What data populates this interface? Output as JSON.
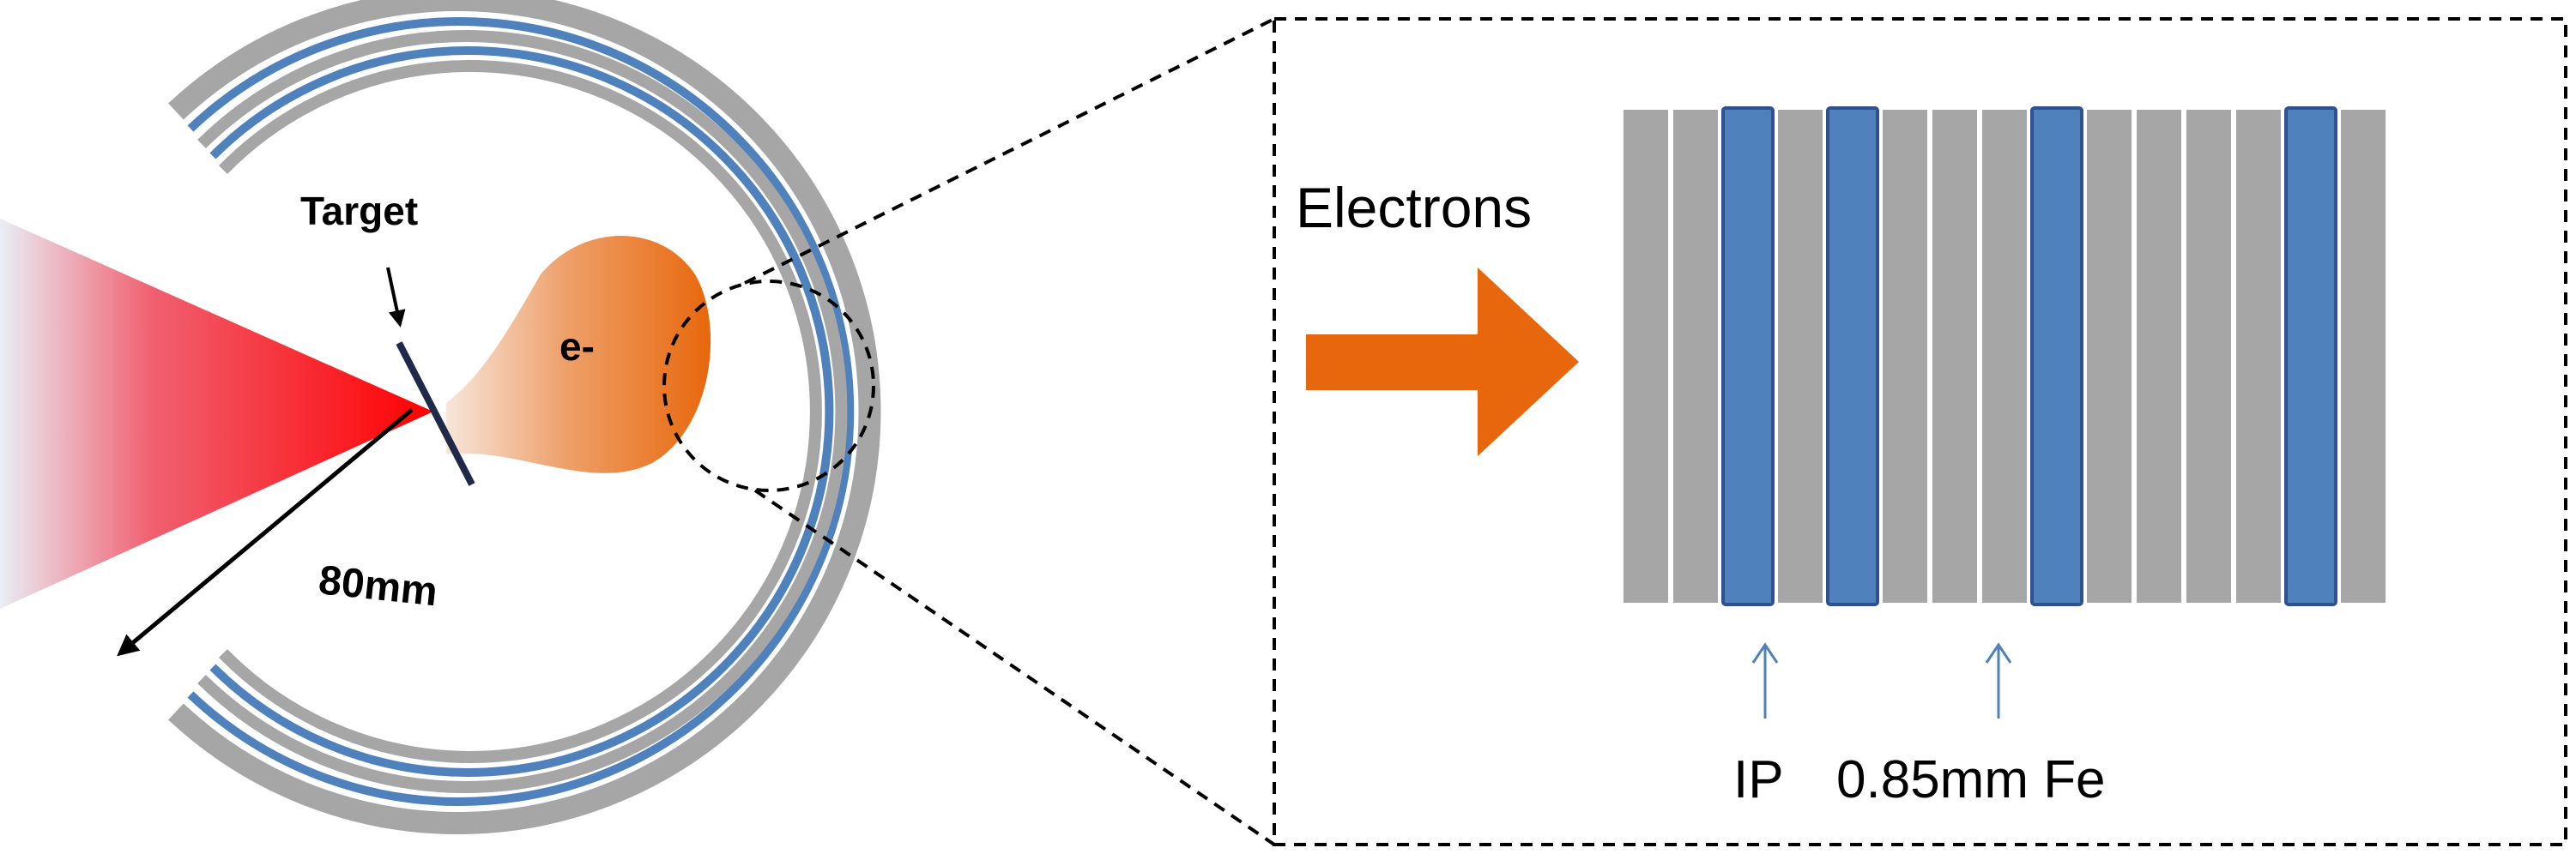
{
  "labels": {
    "target": "Target",
    "electron_symbol": "e-",
    "radius": "80mm",
    "electrons": "Electrons",
    "ip": "IP",
    "fe_layer": "0.85mm Fe"
  },
  "colors": {
    "laser": "#ff0000",
    "electron_cloud": "#e8670c",
    "fe_layer": "#a6a6a6",
    "ip_layer": "#4f81bd",
    "ip_border": "#2f528f",
    "target": "#1f2a4a",
    "text": "#000000",
    "indicator": "#4f81bd"
  },
  "detector_stack": {
    "layers": [
      "Fe",
      "Fe",
      "IP",
      "Fe",
      "IP",
      "Fe",
      "Fe",
      "Fe",
      "IP",
      "Fe",
      "Fe",
      "Fe",
      "Fe",
      "IP",
      "Fe"
    ]
  }
}
